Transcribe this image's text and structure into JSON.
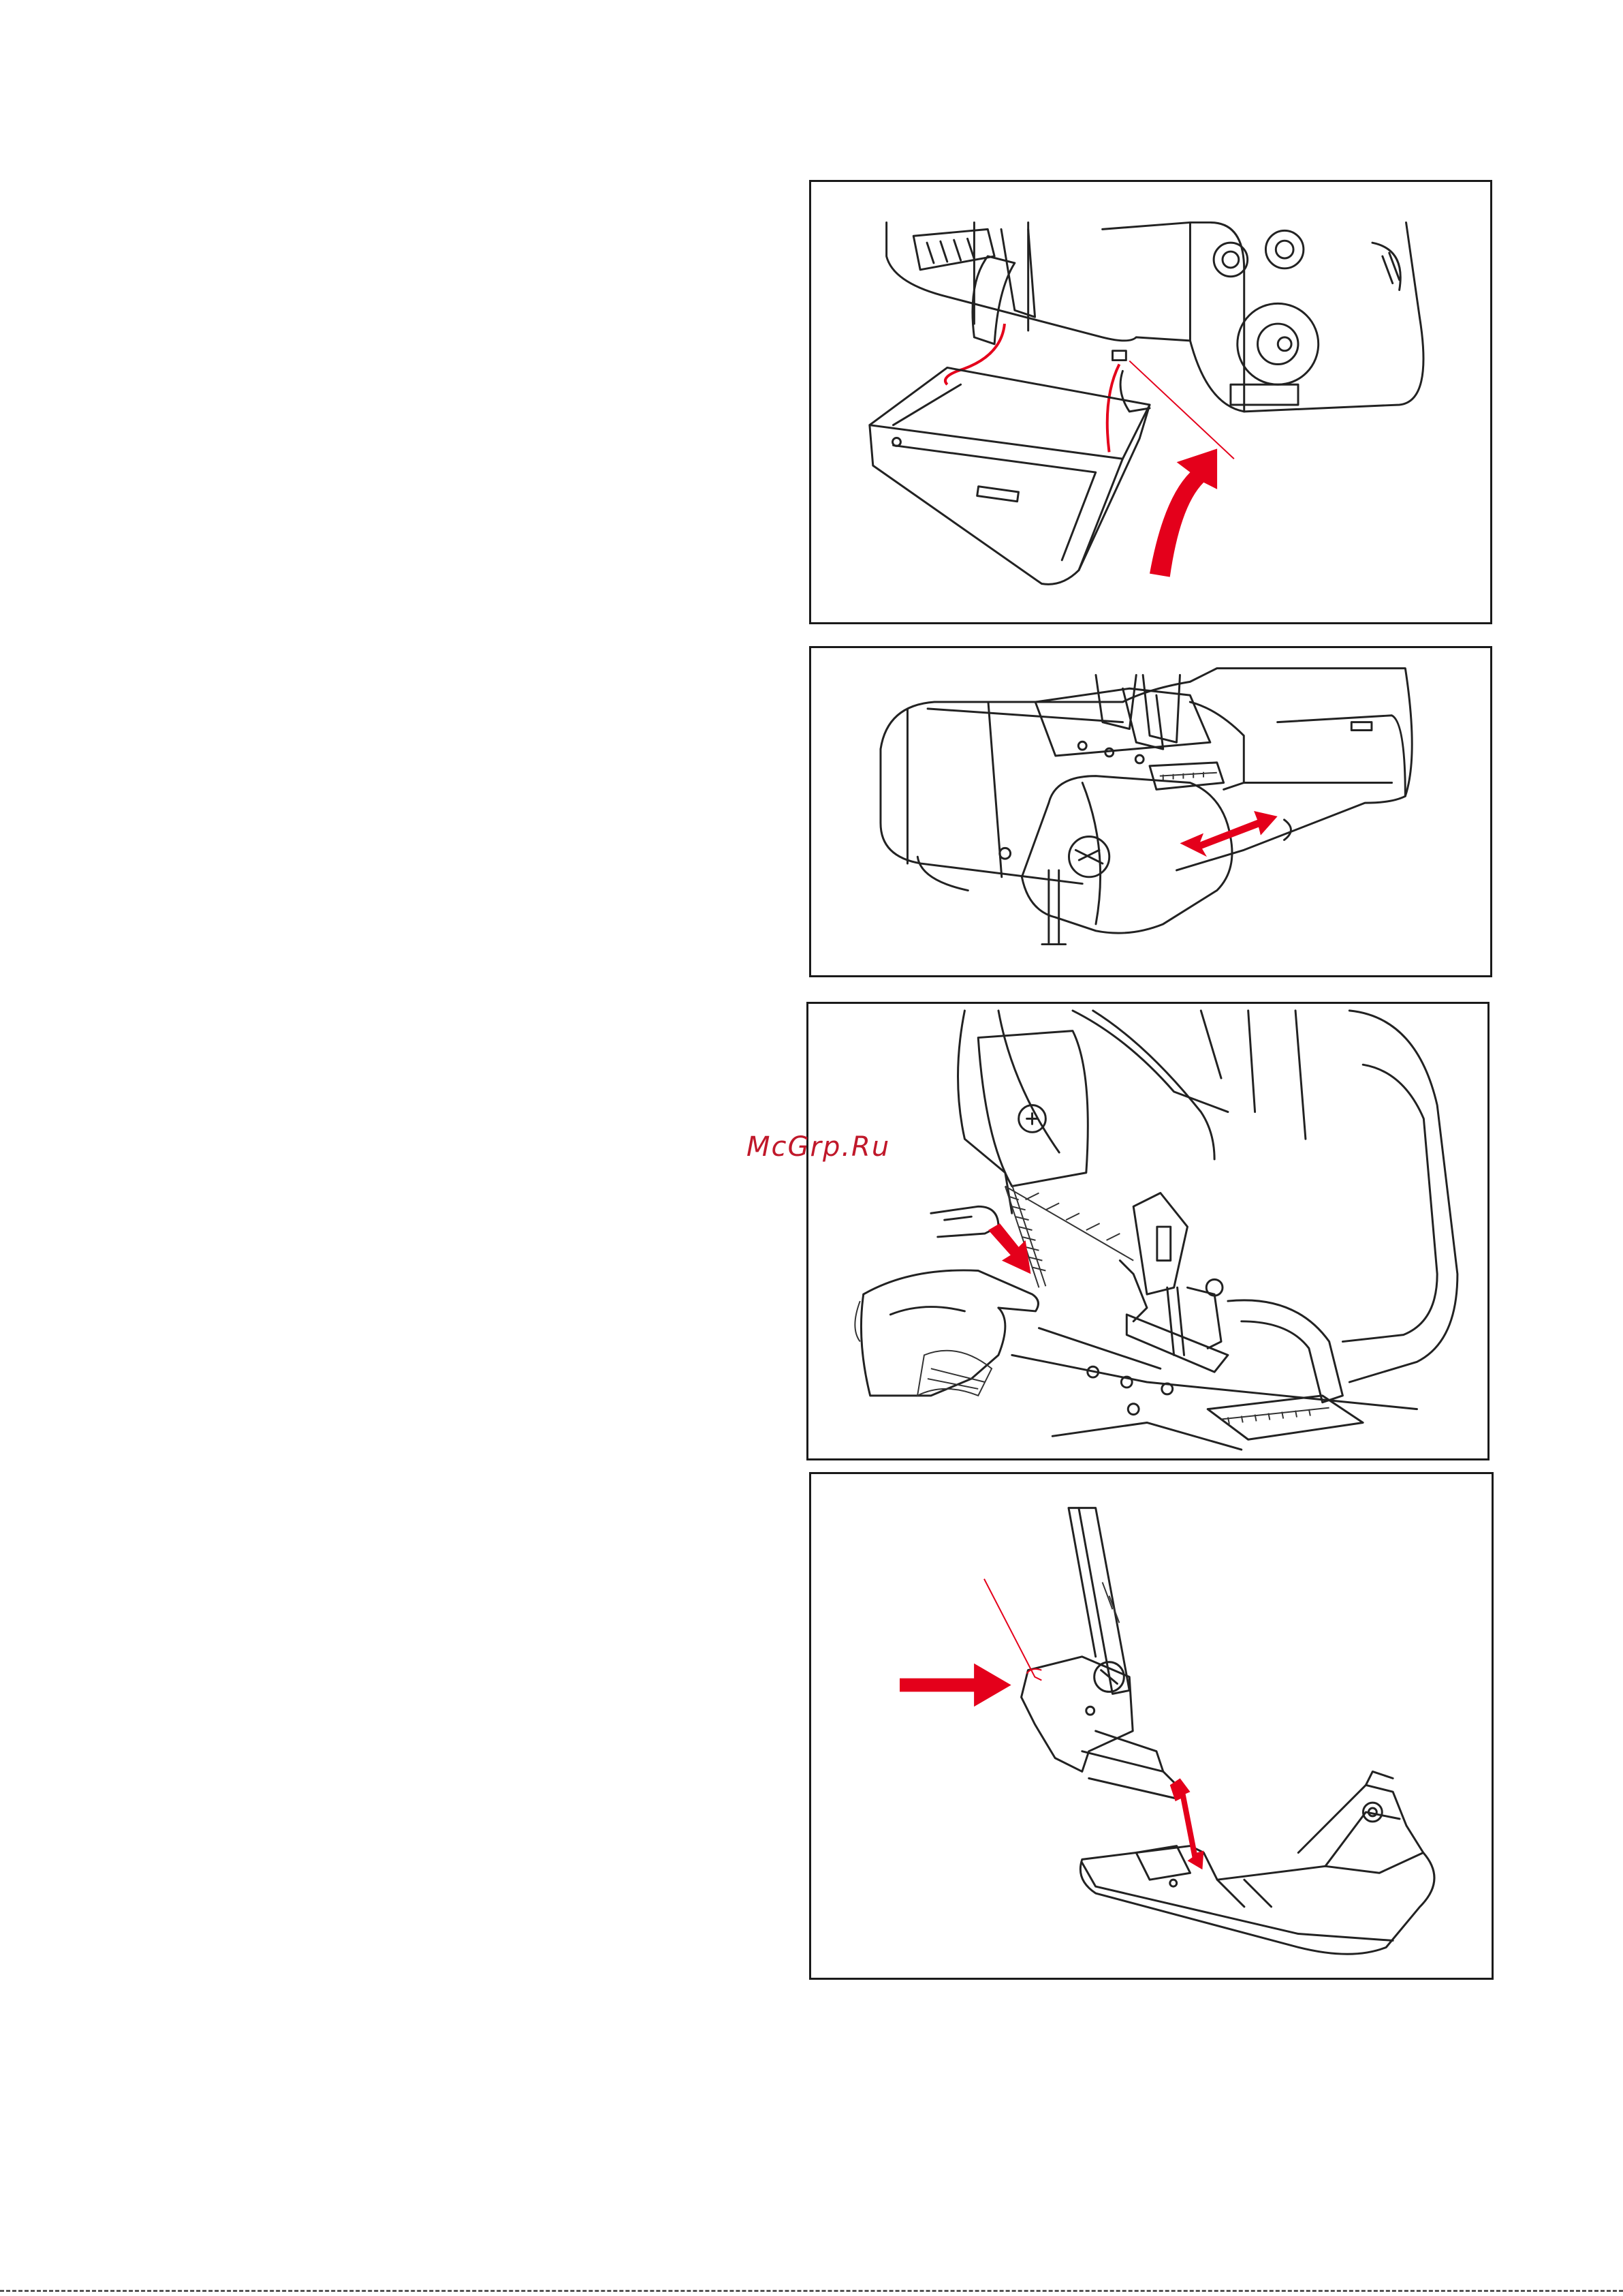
{
  "watermark": {
    "text": "McGrp.Ru"
  },
  "colors": {
    "accent": "#e4001b",
    "line": "#222222",
    "background": "#ffffff"
  },
  "panels": [
    {
      "id": "panel-1",
      "arrow": "curved-up-arrow"
    },
    {
      "id": "panel-2",
      "arrow": "double-horizontal-arrow"
    },
    {
      "id": "panel-3",
      "arrow": "down-diagonal-arrow"
    },
    {
      "id": "panel-4",
      "arrow": "right-arrow-and-vertical-double-arrow"
    }
  ]
}
